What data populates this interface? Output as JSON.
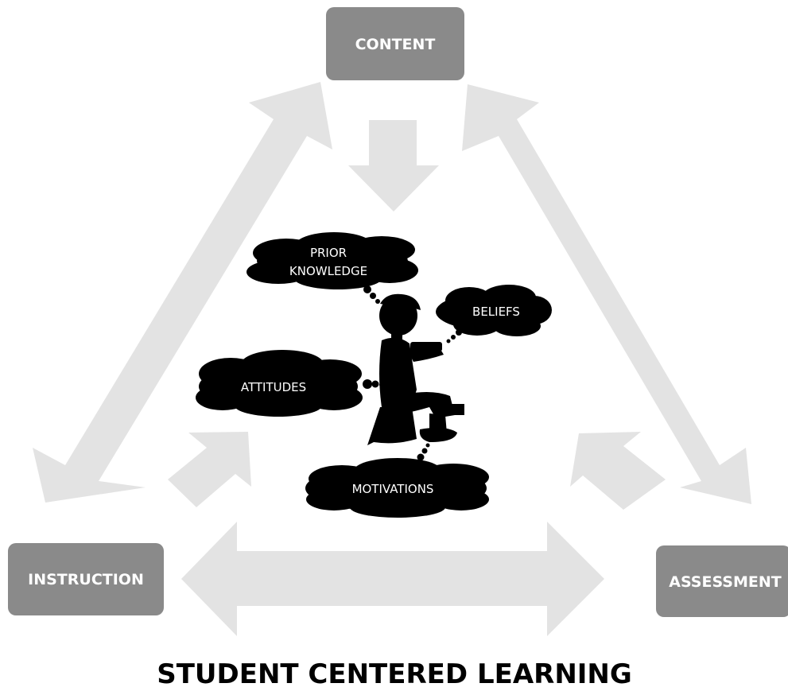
{
  "nodes": {
    "content": "CONTENT",
    "instruction": "INSTRUCTION",
    "assessment": "ASSESSMENT"
  },
  "clouds": {
    "prior_knowledge_line1": "PRIOR",
    "prior_knowledge_line2": "KNOWLEDGE",
    "beliefs": "BELIEFS",
    "attitudes": "ATTITUDES",
    "motivations": "MOTIVATIONS"
  },
  "title": "STUDENT CENTERED LEARNING",
  "colors": {
    "arrow": "#e3e3e3",
    "node_box": "#8a8a8a",
    "cloud": "#000000",
    "title": "#000000"
  },
  "icons": {
    "student": "child-reading-silhouette"
  }
}
